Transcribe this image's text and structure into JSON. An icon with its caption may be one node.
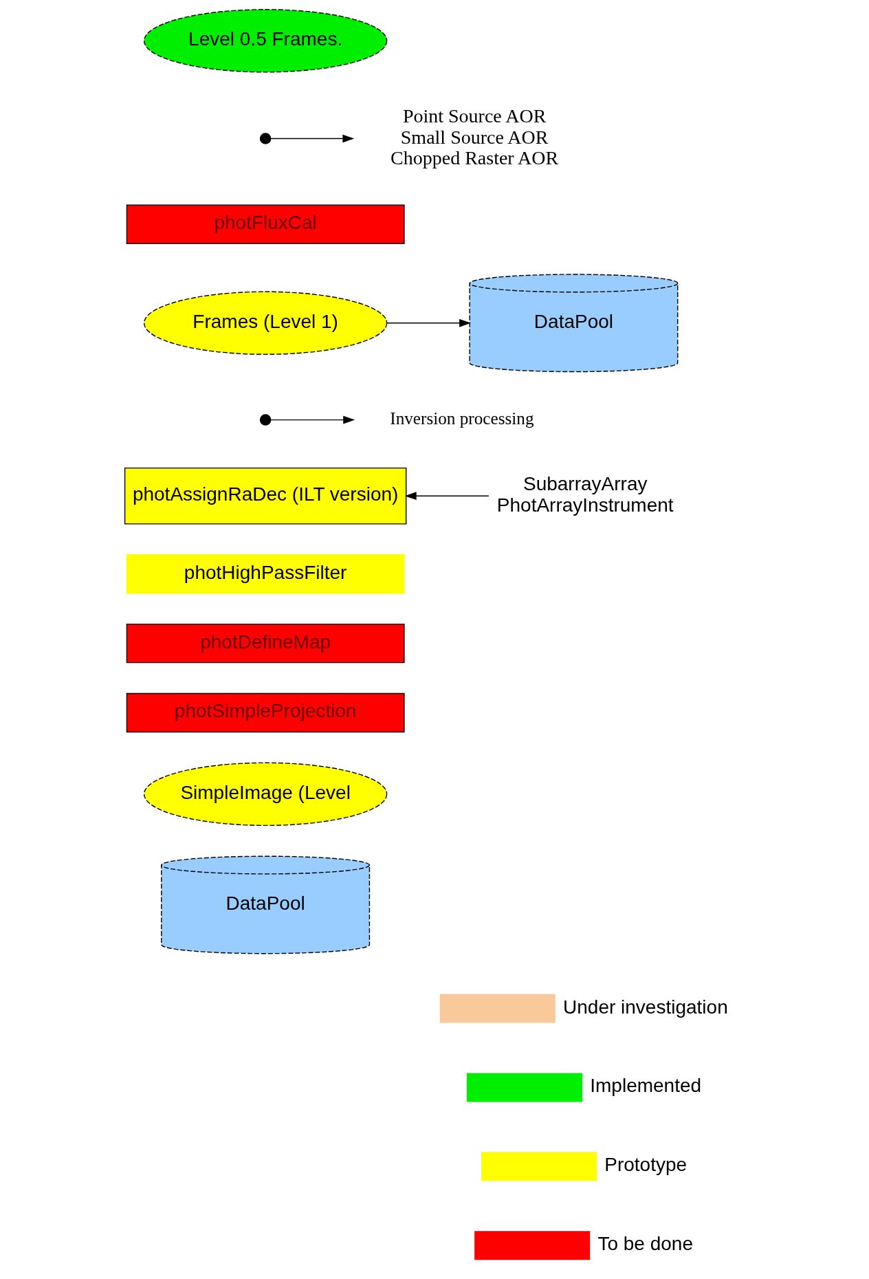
{
  "diagram": {
    "nodes": [
      {
        "text": [
          "Level 0.5 Frames."
        ]
      },
      {
        "text": [
          "Point Source AOR",
          "Small Source AOR",
          "Chopped Raster AOR"
        ]
      },
      {
        "text": [],
        "shape": "circle"
      },
      {
        "text": [
          "photFluxCal"
        ]
      },
      {
        "text": [
          "DataPool"
        ]
      },
      {
        "text": [
          "Frames (Level 1)"
        ]
      },
      {
        "text": [
          "Inversion processing"
        ]
      },
      {
        "text": [],
        "shape": "circle"
      },
      {
        "text": [
          "SubarrayArray",
          "PhotArrayInstrument"
        ]
      },
      {
        "text": [
          "photAssignRaDec (ILT version)"
        ]
      },
      {
        "text": [
          "photHighPassFilter"
        ]
      },
      {
        "text": [
          "photDefineMap"
        ]
      },
      {
        "text": [
          "photSimpleProjection"
        ]
      },
      {
        "text": [
          "SimpleImage (Level"
        ]
      },
      {
        "text": [
          "DataPool"
        ]
      }
    ],
    "edges": [
      {
        "from": 2,
        "to": 1,
        "arrow": "to"
      },
      {
        "from": 5,
        "to": 4,
        "arrow": "to"
      },
      {
        "from": 7,
        "to": 6,
        "arrow": "to"
      },
      {
        "from": 8,
        "to": 9,
        "arrow": "to"
      }
    ],
    "legend": [
      {
        "text": "Under investigation",
        "color": "#f9c89b"
      },
      {
        "text": "Implemented",
        "color": "#00ee00"
      },
      {
        "text": "Prototype",
        "color": "#ffff00"
      },
      {
        "text": "To be done",
        "color": "#ff0000"
      }
    ]
  }
}
